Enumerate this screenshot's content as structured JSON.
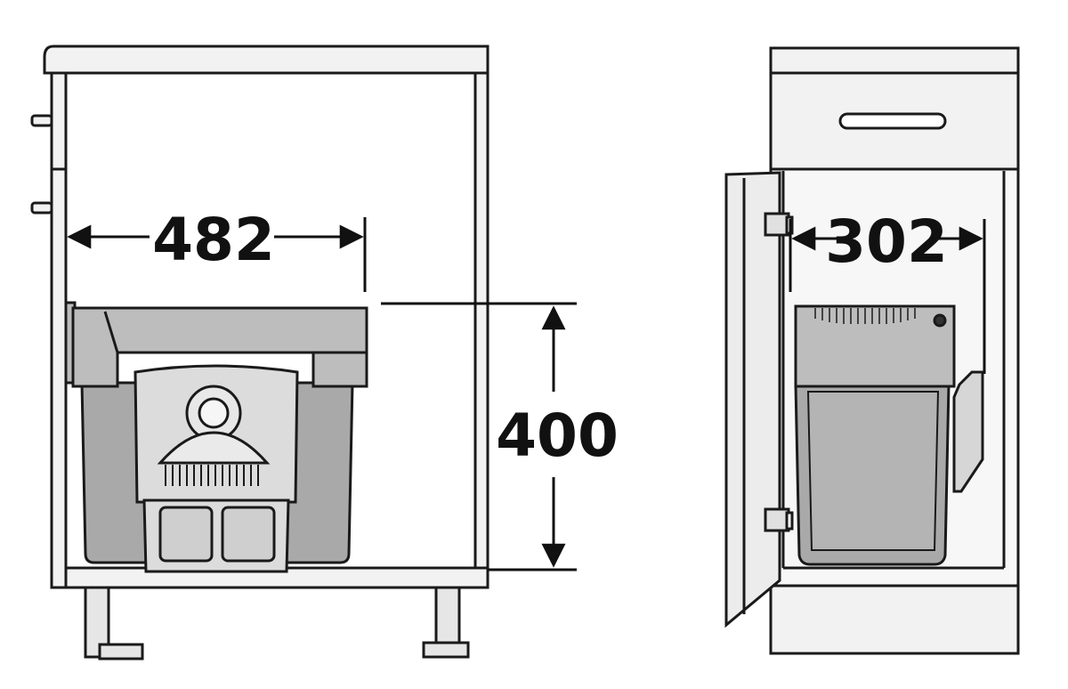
{
  "dimensions": {
    "width_482": "482",
    "height_400": "400",
    "width_302": "302"
  },
  "colors": {
    "outline": "#1a1a1a",
    "panel": "#f2f2f2",
    "white": "#ffffff",
    "bin_grey": "#a9a9a9",
    "bin_light": "#c9c9c9",
    "lid_grey": "#bdbdbd",
    "inner_light": "#dcdcdc"
  }
}
